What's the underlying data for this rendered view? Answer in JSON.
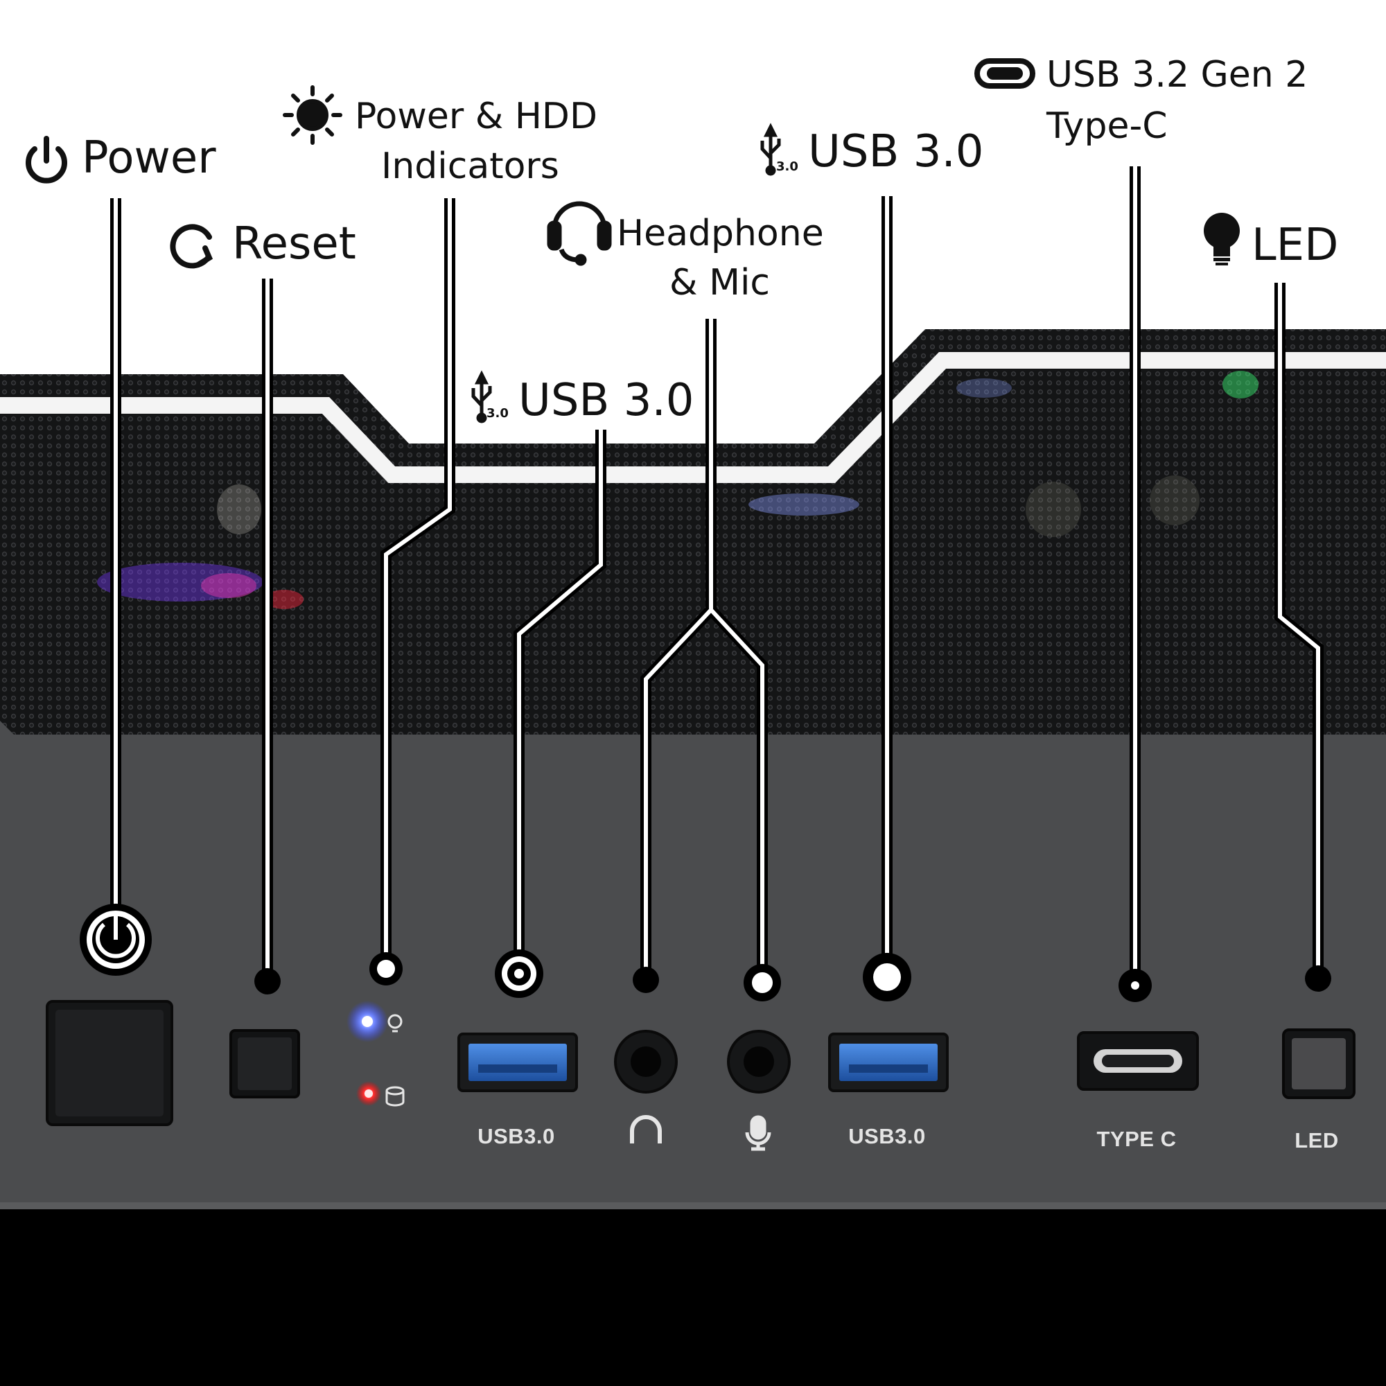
{
  "callouts": {
    "power": "Power",
    "reset": "Reset",
    "indicators_line1": "Power & HDD",
    "indicators_line2": "Indicators",
    "usb_left": "USB 3.0",
    "headphone_line1": "Headphone",
    "headphone_line2": "& Mic",
    "usb_right": "USB 3.0",
    "typec_line1": "USB 3.2 Gen 2",
    "typec_line2": "Type-C",
    "led": "LED"
  },
  "usb_badge": "3.0",
  "panel_labels": {
    "usb_left": "USB3.0",
    "usb_right": "USB3.0",
    "typec": "TYPE C",
    "led": "LED"
  },
  "icons": [
    "power-icon",
    "reset-icon",
    "sun-icon",
    "usb-icon",
    "headset-icon",
    "usb-c-icon",
    "bulb-icon",
    "headphone-icon",
    "microphone-icon",
    "hdd-icon"
  ],
  "colors": {
    "usb_port_blue": "#2f6fc8",
    "power_led": "#4a6bff",
    "hdd_led": "#ff2a2a",
    "mesh": "#2a2b2d",
    "panel": "#4b4c4e"
  }
}
